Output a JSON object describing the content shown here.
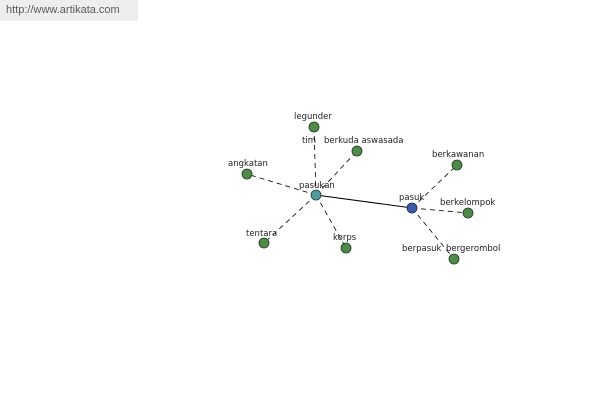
{
  "watermark": {
    "text": "http://www.artikata.com"
  },
  "colors": {
    "leaf": "#4f8a4a",
    "hub_pasukan": "#4f9a9a",
    "hub_pasuk": "#3d5aa6"
  },
  "graph": {
    "nodes": [
      {
        "id": "pasukan",
        "label": "pasukan",
        "kind": "hub1"
      },
      {
        "id": "pasuk",
        "label": "pasuk",
        "kind": "hub2"
      },
      {
        "id": "legunder",
        "label": "legunder",
        "kind": "leaf"
      },
      {
        "id": "tim",
        "label": "tim",
        "kind": "leaf"
      },
      {
        "id": "berkuda",
        "label": "berkuda aswasada",
        "kind": "leaf"
      },
      {
        "id": "angkatan",
        "label": "angkatan",
        "kind": "leaf"
      },
      {
        "id": "tentara",
        "label": "tentara",
        "kind": "leaf"
      },
      {
        "id": "korps",
        "label": "korps",
        "kind": "leaf"
      },
      {
        "id": "berkawanan",
        "label": "berkawanan",
        "kind": "leaf"
      },
      {
        "id": "berkelompok",
        "label": "berkelompok",
        "kind": "leaf"
      },
      {
        "id": "berpasuk",
        "label": "berpasuk",
        "kind": "leaf"
      },
      {
        "id": "bergerombol",
        "label": "bergerombol",
        "kind": "leaf"
      }
    ],
    "edges": [
      {
        "from": "pasukan",
        "to": "pasuk",
        "style": "solid"
      },
      {
        "from": "pasukan",
        "to": "legunder",
        "style": "dashed"
      },
      {
        "from": "pasukan",
        "to": "berkuda",
        "style": "dashed"
      },
      {
        "from": "pasukan",
        "to": "angkatan",
        "style": "dashed"
      },
      {
        "from": "pasukan",
        "to": "tentara",
        "style": "dashed"
      },
      {
        "from": "pasukan",
        "to": "korps",
        "style": "dashed"
      },
      {
        "from": "pasuk",
        "to": "berkawanan",
        "style": "dashed"
      },
      {
        "from": "pasuk",
        "to": "berkelompok",
        "style": "dashed"
      },
      {
        "from": "pasuk",
        "to": "bergerombol",
        "style": "dashed"
      }
    ]
  }
}
